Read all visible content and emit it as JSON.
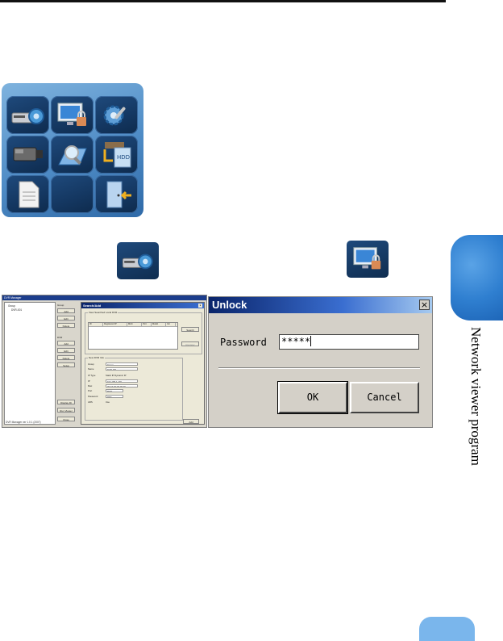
{
  "menu_icons": [
    "dvr-settings-icon",
    "monitor-lock-icon",
    "gear-settings-icon",
    "camera-icon",
    "search-magnifier-icon",
    "hdd-backup-icon",
    "document-icon",
    "empty",
    "exit-door-icon"
  ],
  "dvr_manager": {
    "title": "DVR Manager",
    "tree_root": "Group",
    "tree_child": "DVR-001",
    "side_buttons": [
      "Group",
      "Add",
      "Edit",
      "Delete",
      "DVR",
      "Add",
      "Edit",
      "Delete",
      "Setup"
    ],
    "bottom_buttons": [
      "Display ID",
      "Run Viewer",
      "Close"
    ],
    "footer": "DVR Manager ver 1.0.1 (2007)",
    "search_dialog": {
      "title": "Search/Add",
      "close": "x",
      "group1_label": "View Searched Local DVR",
      "columns": [
        "ID",
        "Registered IP",
        "MAC",
        "Port",
        "Model",
        "Ver"
      ],
      "search_button": "Search",
      "register_button": "Register",
      "group2_label": "New DVR Info",
      "fields": [
        {
          "label": "Group",
          "value": "Group"
        },
        {
          "label": "Name",
          "value": "DVR-001"
        },
        {
          "label": "IP Type",
          "value": "Static IP   Dynamic IP"
        },
        {
          "label": "IP",
          "value": "192.168.1.100"
        },
        {
          "label": "Mac",
          "value": "00:0A:00:00:00:00"
        },
        {
          "label": "Port",
          "value": "8000"
        },
        {
          "label": "Password",
          "value": "*****"
        },
        {
          "label": "ARS",
          "value": "Use"
        }
      ],
      "add_button": "Add"
    }
  },
  "unlock": {
    "title": "Unlock",
    "close": "×",
    "password_label": "Password",
    "password_value": "*****",
    "ok": "OK",
    "cancel": "Cancel"
  },
  "side_tab_label": "Network viewer program",
  "page_number": "",
  "colors": {
    "panel_blue": "#4f8cc6",
    "tile_dark": "#143761",
    "side_tab": "#2f7fd0",
    "badge": "#7ab6ec"
  }
}
